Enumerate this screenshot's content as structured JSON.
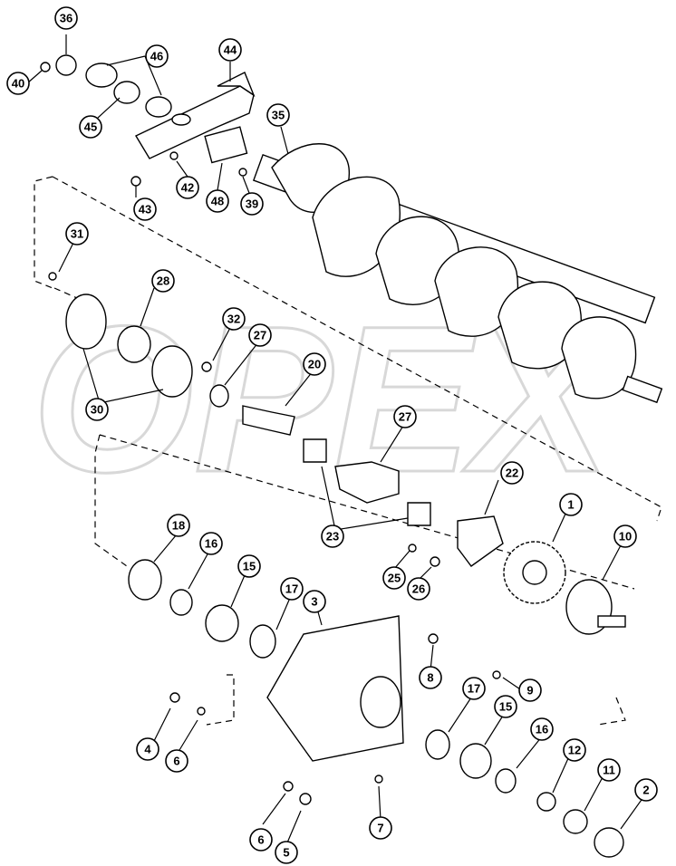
{
  "watermark": "OPEX",
  "callouts": [
    {
      "id": "c36",
      "label": "36"
    },
    {
      "id": "c46",
      "label": "46"
    },
    {
      "id": "c40",
      "label": "40"
    },
    {
      "id": "c45",
      "label": "45"
    },
    {
      "id": "c44",
      "label": "44"
    },
    {
      "id": "c35",
      "label": "35"
    },
    {
      "id": "c42",
      "label": "42"
    },
    {
      "id": "c48",
      "label": "48"
    },
    {
      "id": "c39",
      "label": "39"
    },
    {
      "id": "c43",
      "label": "43"
    },
    {
      "id": "c31",
      "label": "31"
    },
    {
      "id": "c28",
      "label": "28"
    },
    {
      "id": "c32",
      "label": "32"
    },
    {
      "id": "c27a",
      "label": "27"
    },
    {
      "id": "c20",
      "label": "20"
    },
    {
      "id": "c30",
      "label": "30"
    },
    {
      "id": "c27b",
      "label": "27"
    },
    {
      "id": "c22",
      "label": "22"
    },
    {
      "id": "c1",
      "label": "1"
    },
    {
      "id": "c23",
      "label": "23"
    },
    {
      "id": "c10",
      "label": "10"
    },
    {
      "id": "c18",
      "label": "18"
    },
    {
      "id": "c16a",
      "label": "16"
    },
    {
      "id": "c15a",
      "label": "15"
    },
    {
      "id": "c17a",
      "label": "17"
    },
    {
      "id": "c25",
      "label": "25"
    },
    {
      "id": "c26",
      "label": "26"
    },
    {
      "id": "c3",
      "label": "3"
    },
    {
      "id": "c8",
      "label": "8"
    },
    {
      "id": "c9",
      "label": "9"
    },
    {
      "id": "c17b",
      "label": "17"
    },
    {
      "id": "c15b",
      "label": "15"
    },
    {
      "id": "c16b",
      "label": "16"
    },
    {
      "id": "c12",
      "label": "12"
    },
    {
      "id": "c11",
      "label": "11"
    },
    {
      "id": "c2",
      "label": "2"
    },
    {
      "id": "c4",
      "label": "4"
    },
    {
      "id": "c6a",
      "label": "6"
    },
    {
      "id": "c6b",
      "label": "6"
    },
    {
      "id": "c5",
      "label": "5"
    },
    {
      "id": "c7",
      "label": "7"
    }
  ]
}
